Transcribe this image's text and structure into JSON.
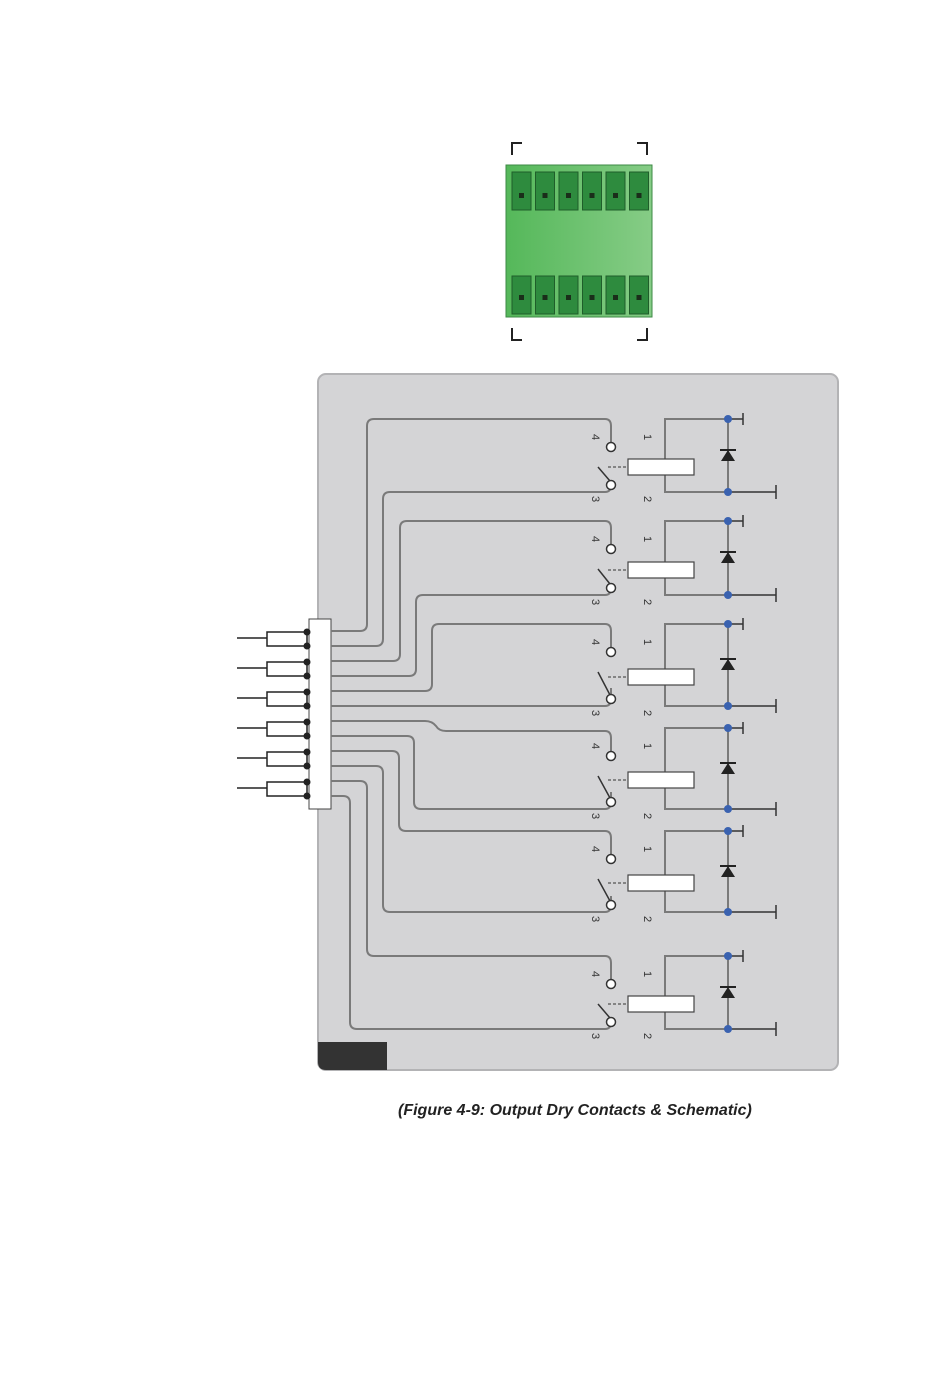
{
  "figure": {
    "caption": "(Figure 4-9: Output Dry Contacts & Schematic)"
  },
  "connector": {
    "pin_count_per_row": 6,
    "rows": 2,
    "body_color": "#5cb85c",
    "pin_color": "#2e8b3e"
  },
  "schematic": {
    "panel_color": "#d4d4d6",
    "wire_color": "#7a7a7a",
    "node_color": "#3a62b0",
    "relay_count": 6,
    "pin_labels": {
      "p4": "4",
      "p3": "3",
      "p1": "1",
      "p2": "2"
    },
    "input_pairs": 6
  }
}
